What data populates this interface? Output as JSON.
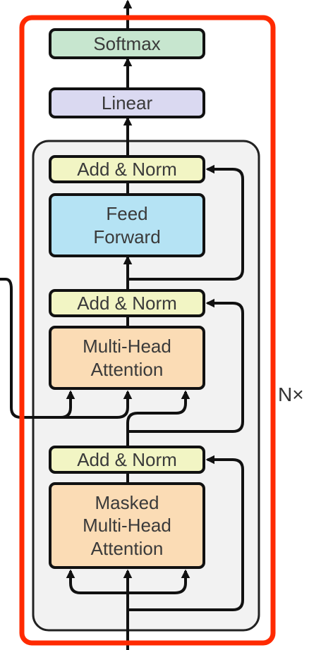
{
  "blocks": {
    "softmax": "Softmax",
    "linear": "Linear",
    "add_norm_3": "Add & Norm",
    "feed_forward": [
      "Feed",
      "Forward"
    ],
    "add_norm_2": "Add & Norm",
    "multi_head_attention": [
      "Multi-Head",
      "Attention"
    ],
    "add_norm_1": "Add & Norm",
    "masked_multi_head_attention": [
      "Masked",
      "Multi-Head",
      "Attention"
    ]
  },
  "repeat_label": "N×",
  "colors": {
    "highlight_frame": "#ff2a00",
    "layer_background": "#f2f2f2",
    "add_norm": "#f2f5c4",
    "attention": "#fbdcb5",
    "feed_forward": "#b5e3f4",
    "linear": "#dad9f1",
    "softmax": "#c7e6cf"
  }
}
